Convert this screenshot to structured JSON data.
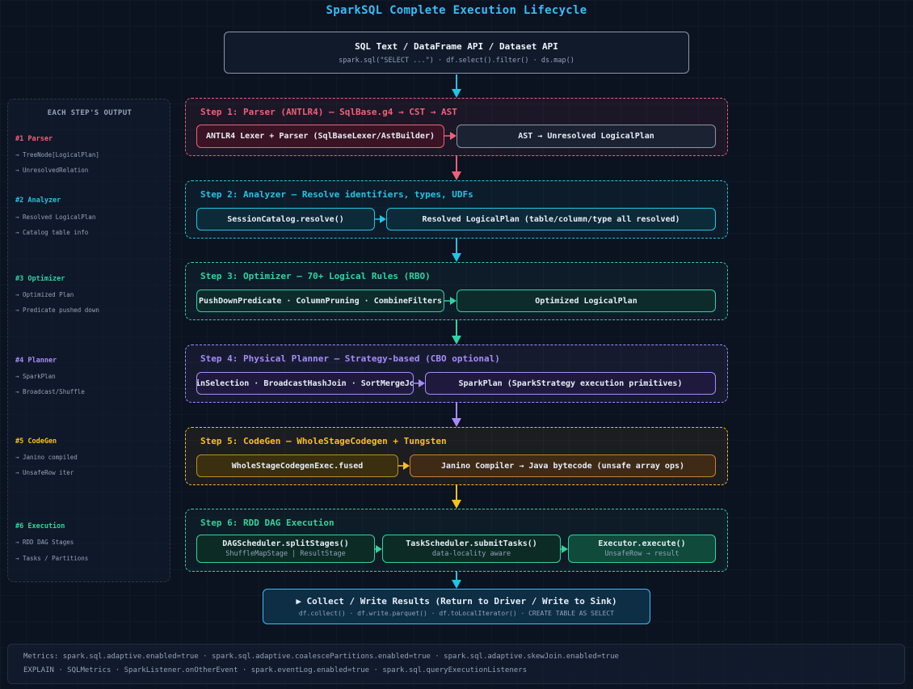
{
  "title": "SparkSQL Complete Execution Lifecycle",
  "input": {
    "main": "SQL Text / DataFrame API / Dataset API",
    "sub": "spark.sql(\"SELECT ...\") · df.select().filter() · ds.map()"
  },
  "steps": [
    {
      "title": "Step 1: Parser (ANTLR4) — SqlBase.g4 → CST → AST",
      "color": "#f25f7a",
      "boxes": [
        {
          "main": "ANTLR4 Lexer + Parser (SqlBaseLexer/AstBuilder)"
        },
        {
          "main": "AST → Unresolved LogicalPlan"
        }
      ]
    },
    {
      "title": "Step 2: Analyzer — Resolve identifiers, types, UDFs",
      "color": "#22c4e3",
      "boxes": [
        {
          "main": "SessionCatalog.resolve()"
        },
        {
          "main": "Resolved LogicalPlan (table/column/type all resolved)"
        }
      ]
    },
    {
      "title": "Step 3: Optimizer — 70+ Logical Rules (RBO)",
      "color": "#2dd4a4",
      "boxes": [
        {
          "main": "PushDownPredicate · ColumnPruning · CombineFilters"
        },
        {
          "main": "Optimized LogicalPlan"
        }
      ]
    },
    {
      "title": "Step 4: Physical Planner — Strategy-based (CBO optional)",
      "color": "#a78bfa",
      "boxes": [
        {
          "main": "JoinSelection · BroadcastHashJoin · SortMergeJoin"
        },
        {
          "main": "SparkPlan (SparkStrategy execution primitives)"
        }
      ]
    },
    {
      "title": "Step 5: CodeGen — WholeStageCodegen + Tungsten",
      "color": "#fbbf24",
      "boxes": [
        {
          "main": "WholeStageCodegenExec.fused"
        },
        {
          "main": "Janino Compiler → Java bytecode (unsafe array ops)"
        }
      ]
    },
    {
      "title": "Step 6: RDD DAG Execution",
      "color": "#34d399",
      "boxes": [
        {
          "main": "DAGScheduler.splitStages()",
          "sub": "ShuffleMapStage | ResultStage"
        },
        {
          "main": "TaskScheduler.submitTasks()",
          "sub": "data-locality aware"
        },
        {
          "main": "Executor.execute()",
          "sub": "UnsafeRow → result"
        }
      ]
    }
  ],
  "output": {
    "main": "▶ Collect / Write Results (Return to Driver / Write to Sink)",
    "sub": "df.collect() · df.write.parquet() · df.toLocalIterator() · CREATE TABLE AS SELECT"
  },
  "sidebar": {
    "heading": "EACH STEP'S OUTPUT",
    "items": [
      {
        "title": "#1 Parser",
        "lines": [
          "→ TreeNode[LogicalPlan]",
          "→ UnresolvedRelation"
        ]
      },
      {
        "title": "#2 Analyzer",
        "lines": [
          "→ Resolved LogicalPlan",
          "→ Catalog table info"
        ]
      },
      {
        "title": "#3 Optimizer",
        "lines": [
          "→ Optimized Plan",
          "→ Predicate pushed down"
        ]
      },
      {
        "title": "#4 Planner",
        "lines": [
          "→ SparkPlan",
          "→ Broadcast/Shuffle"
        ]
      },
      {
        "title": "#5 CodeGen",
        "lines": [
          "→ Janino compiled",
          "→ UnsafeRow iter"
        ]
      },
      {
        "title": "#6 Execution",
        "lines": [
          "→ RDD DAG Stages",
          "→ Tasks / Partitions"
        ]
      }
    ]
  },
  "footer": {
    "line1": "Metrics: spark.sql.adaptive.enabled=true · spark.sql.adaptive.coalescePartitions.enabled=true · spark.sql.adaptive.skewJoin.enabled=true",
    "line2": "EXPLAIN · SQLMetrics · SparkListener.onOtherEvent · spark.eventLog.enabled=true · spark.sql.queryExecutionListeners"
  }
}
